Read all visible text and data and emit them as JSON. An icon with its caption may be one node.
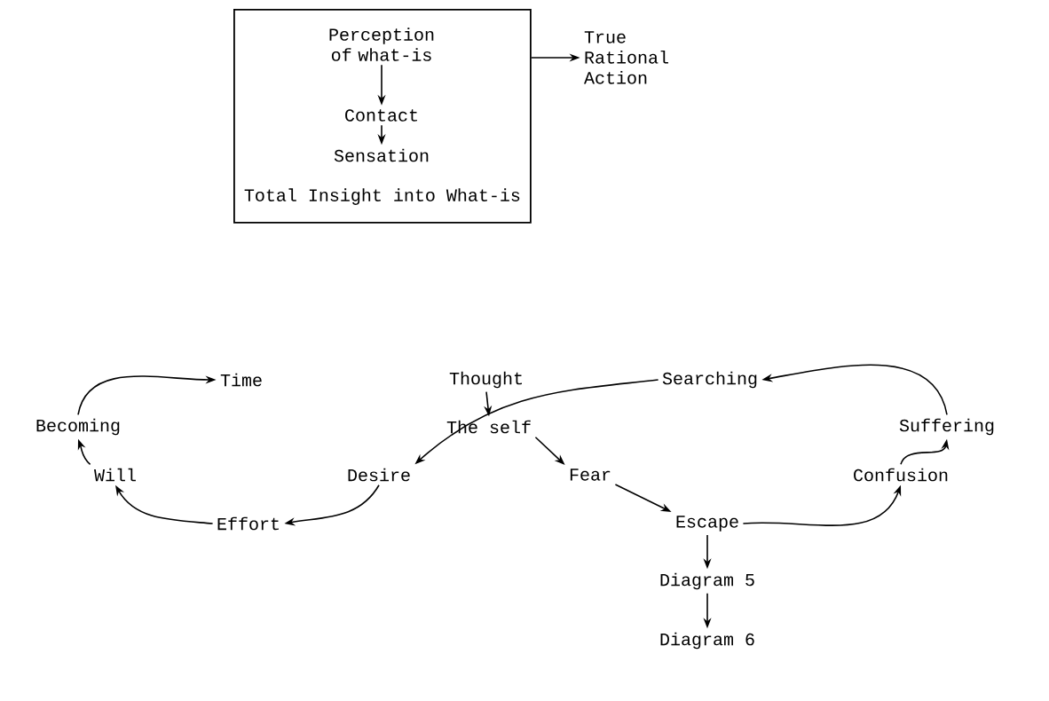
{
  "diagram": {
    "nodes": [
      {
        "text": [
          "Total Insight into What-is"
        ]
      },
      {
        "text": [
          "Perception of what-is"
        ],
        "in": 0
      },
      {
        "text": [
          "Contact"
        ],
        "in": 0
      },
      {
        "text": [
          "Sensation"
        ],
        "in": 0
      },
      {
        "text": [
          "True Rational Action"
        ]
      },
      {
        "text": [
          "Time"
        ]
      },
      {
        "text": [
          "Becoming"
        ]
      },
      {
        "text": [
          "Will"
        ]
      },
      {
        "text": [
          "Effort"
        ]
      },
      {
        "text": [
          "Desire"
        ]
      },
      {
        "text": [
          "Thought"
        ]
      },
      {
        "text": [
          "The self"
        ]
      },
      {
        "text": [
          "Fear"
        ]
      },
      {
        "text": [
          "Escape"
        ]
      },
      {
        "text": [
          "Searching"
        ]
      },
      {
        "text": [
          "Suffering"
        ]
      },
      {
        "text": [
          "Confusion"
        ]
      },
      {
        "text": [
          "Diagram 5"
        ]
      },
      {
        "text": [
          "Diagram 6"
        ]
      }
    ],
    "edges": [
      {
        "from": 1,
        "to": 2,
        "arrow": "to"
      },
      {
        "from": 2,
        "to": 3,
        "arrow": "to"
      },
      {
        "from": 0,
        "to": 4,
        "arrow": "to"
      },
      {
        "from": 10,
        "to": 11,
        "arrow": "to"
      },
      {
        "from": 14,
        "to": 9,
        "arrow": "to"
      },
      {
        "from": 9,
        "to": 8,
        "arrow": "to"
      },
      {
        "from": 8,
        "to": 7,
        "arrow": "to"
      },
      {
        "from": 7,
        "to": 6,
        "arrow": "to"
      },
      {
        "from": 6,
        "to": 5,
        "arrow": "to"
      },
      {
        "from": 11,
        "to": 12,
        "arrow": "to"
      },
      {
        "from": 12,
        "to": 13,
        "arrow": "to"
      },
      {
        "from": 13,
        "to": 16,
        "arrow": "to"
      },
      {
        "from": 16,
        "to": 15,
        "arrow": "to"
      },
      {
        "from": 15,
        "to": 14,
        "arrow": "to"
      },
      {
        "from": 13,
        "to": 17,
        "arrow": "to"
      },
      {
        "from": 17,
        "to": 18,
        "arrow": "to"
      }
    ]
  }
}
